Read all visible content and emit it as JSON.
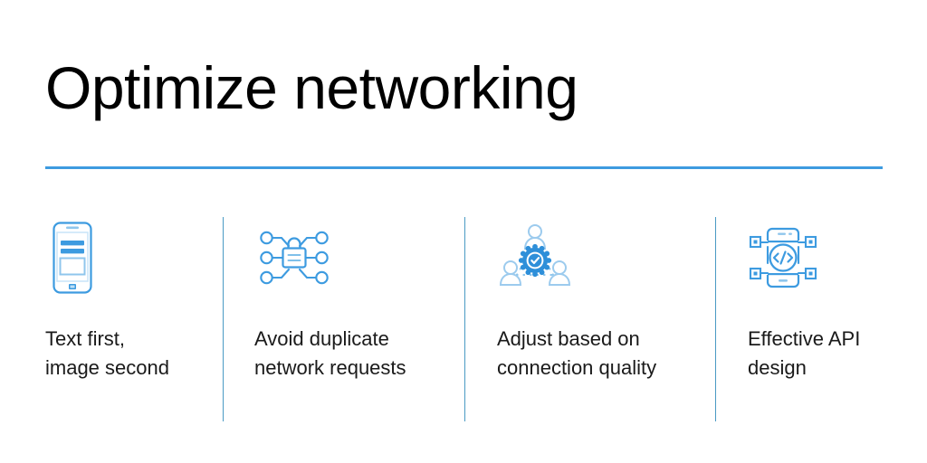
{
  "slide": {
    "title": "Optimize networking",
    "accent_color": "#3D9BE0",
    "rule_color": "#4A9AC4",
    "background_color": "#FFFFFF",
    "text_color": "#000000"
  },
  "columns": [
    {
      "icon_name": "smartphone-text-first-icon",
      "caption_line1": "Text first,",
      "caption_line2": "image second"
    },
    {
      "icon_name": "network-lock-icon",
      "caption_line1": "Avoid duplicate",
      "caption_line2": "network requests"
    },
    {
      "icon_name": "users-verified-badge-icon",
      "caption_line1": "Adjust based on",
      "caption_line2": "connection quality"
    },
    {
      "icon_name": "smartphone-code-api-icon",
      "caption_line1": "Effective API",
      "caption_line2": "design"
    }
  ]
}
